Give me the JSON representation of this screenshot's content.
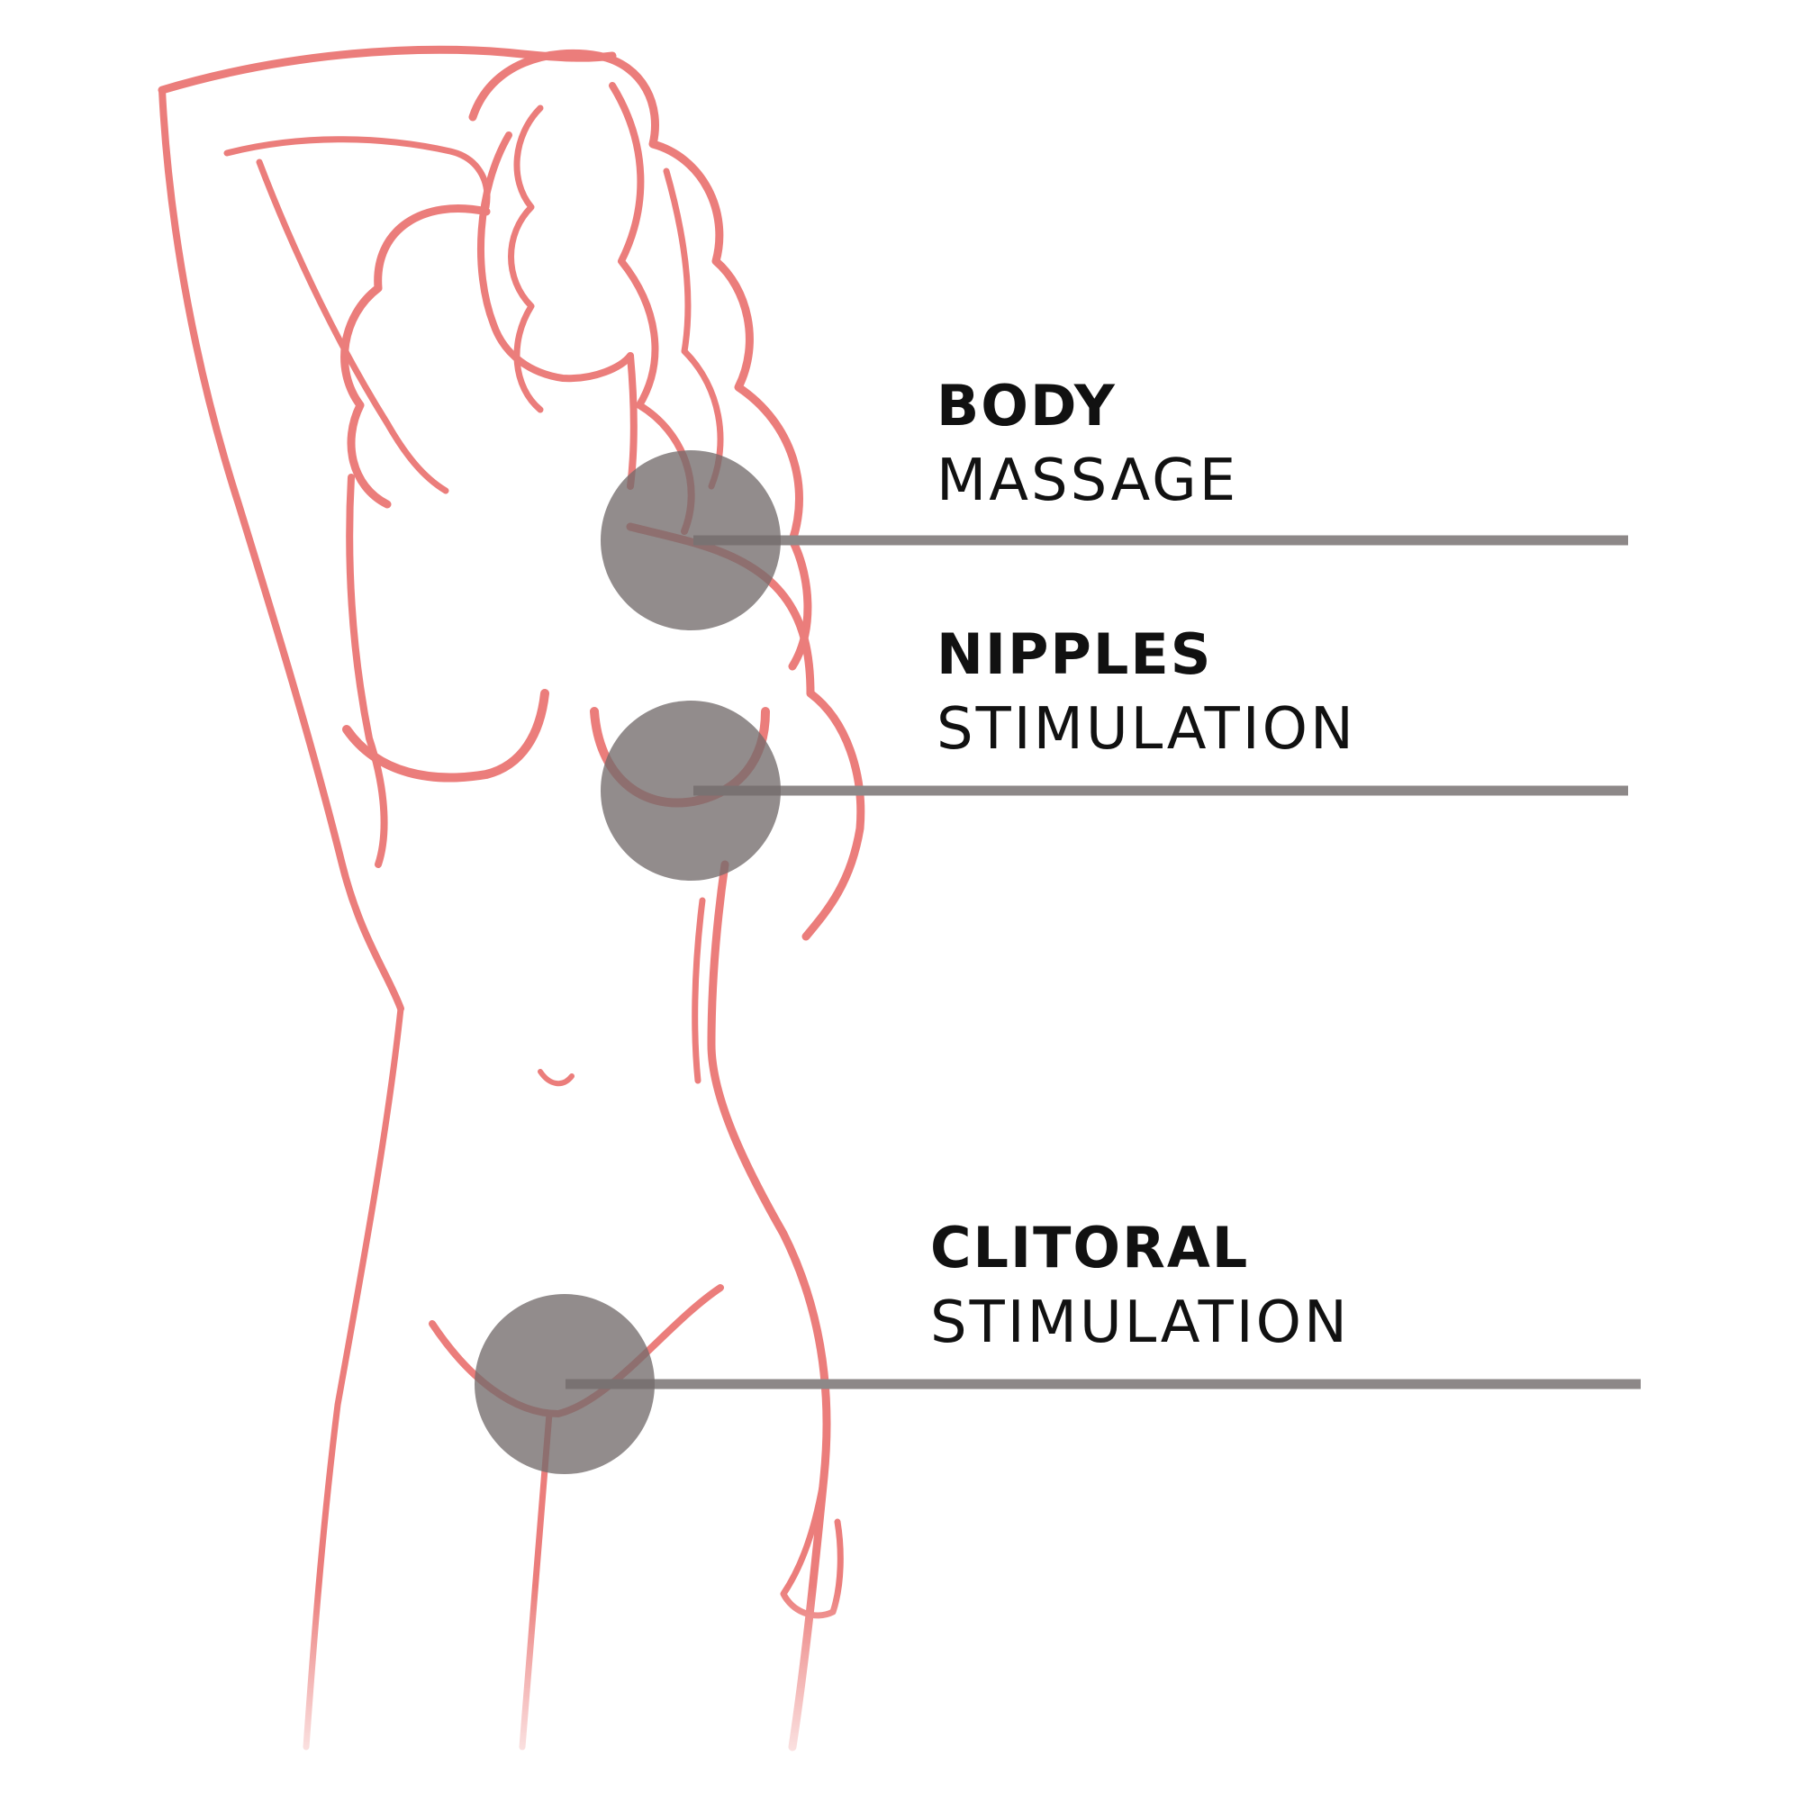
{
  "colors": {
    "figure_outline": "#eb7d7b",
    "zone_marker": "#736c6c",
    "leader_line": "#8d8888",
    "label_text": "#111111",
    "background": "#ffffff"
  },
  "zones": [
    {
      "id": "body",
      "title": "BODY",
      "subtitle": "MASSAGE"
    },
    {
      "id": "nipples",
      "title": "NIPPLES",
      "subtitle": "STIMULATION"
    },
    {
      "id": "clitoral",
      "title": "CLITORAL",
      "subtitle": "STIMULATION"
    }
  ]
}
